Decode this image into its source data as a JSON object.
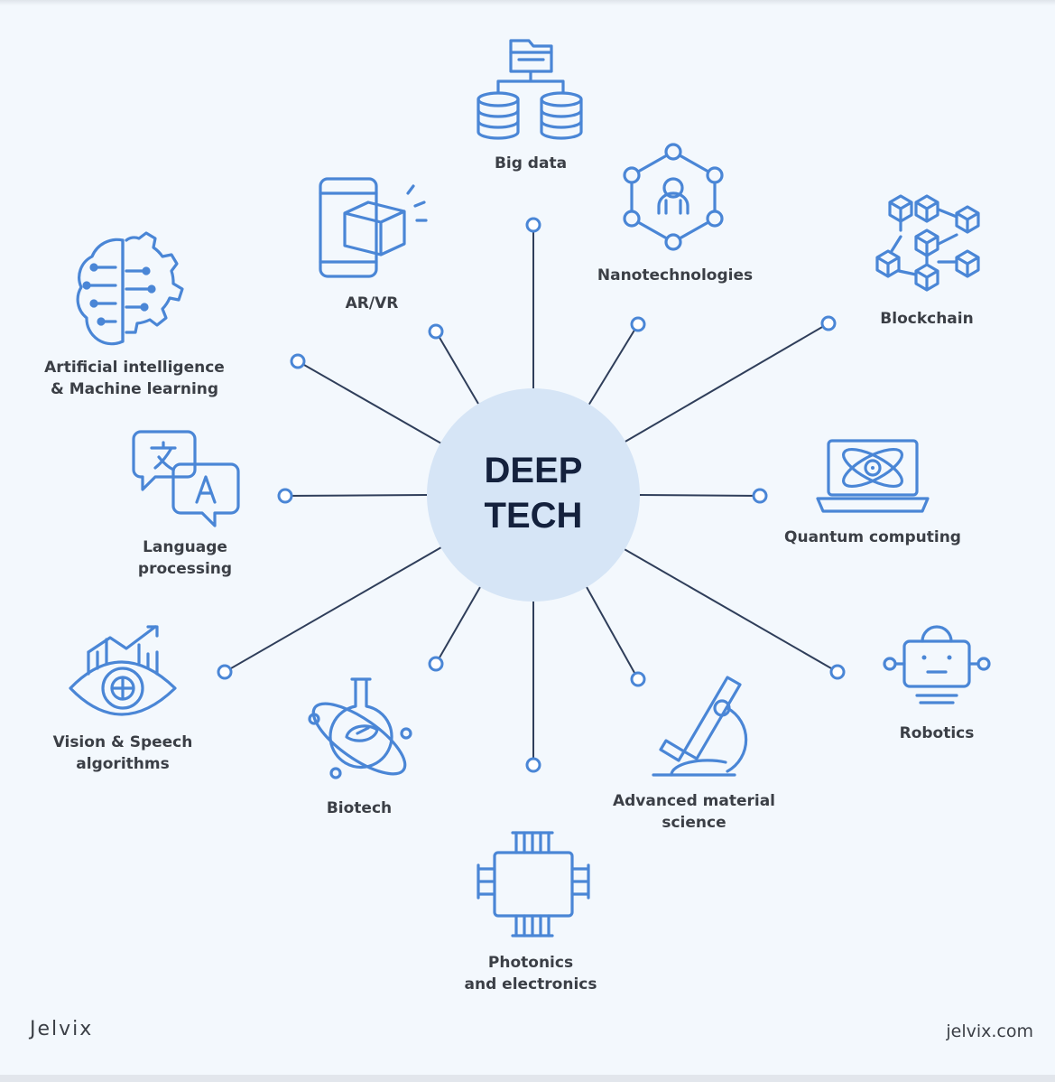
{
  "center": {
    "line1": "DEEP",
    "line2": "TECH"
  },
  "topics": {
    "big_data": {
      "lines": [
        "Big data"
      ],
      "icon": "database-icon"
    },
    "nanotechnologies": {
      "lines": [
        "Nanotechnologies"
      ],
      "icon": "nano-molecule-icon"
    },
    "blockchain": {
      "lines": [
        "Blockchain"
      ],
      "icon": "blockchain-cubes-icon"
    },
    "quantum_computing": {
      "lines": [
        "Quantum computing"
      ],
      "icon": "laptop-atom-icon"
    },
    "robotics": {
      "lines": [
        "Robotics"
      ],
      "icon": "robot-icon"
    },
    "advanced_material_science": {
      "lines": [
        "Advanced material",
        "science"
      ],
      "icon": "microscope-icon"
    },
    "photonics": {
      "lines": [
        "Photonics",
        "and electronics"
      ],
      "icon": "chip-icon"
    },
    "biotech": {
      "lines": [
        "Biotech"
      ],
      "icon": "flask-atom-icon"
    },
    "vision_speech": {
      "lines": [
        "Vision & Speech",
        "algorithms"
      ],
      "icon": "eye-chart-icon"
    },
    "language_processing": {
      "lines": [
        "Language",
        "processing"
      ],
      "icon": "translate-bubbles-icon"
    },
    "ai_ml": {
      "lines": [
        "Artificial intelligence",
        "& Machine learning"
      ],
      "icon": "brain-gear-icon"
    },
    "ar_vr": {
      "lines": [
        "AR/VR"
      ],
      "icon": "phone-cube-icon"
    }
  },
  "footer": {
    "brand": "Jelvix",
    "url": "jelvix.com"
  },
  "colors": {
    "accent": "#4a86d6",
    "center_fill": "#d6e5f6",
    "center_text": "#14213d",
    "spoke": "#2f3e5a",
    "background": "#f3f8fd"
  }
}
